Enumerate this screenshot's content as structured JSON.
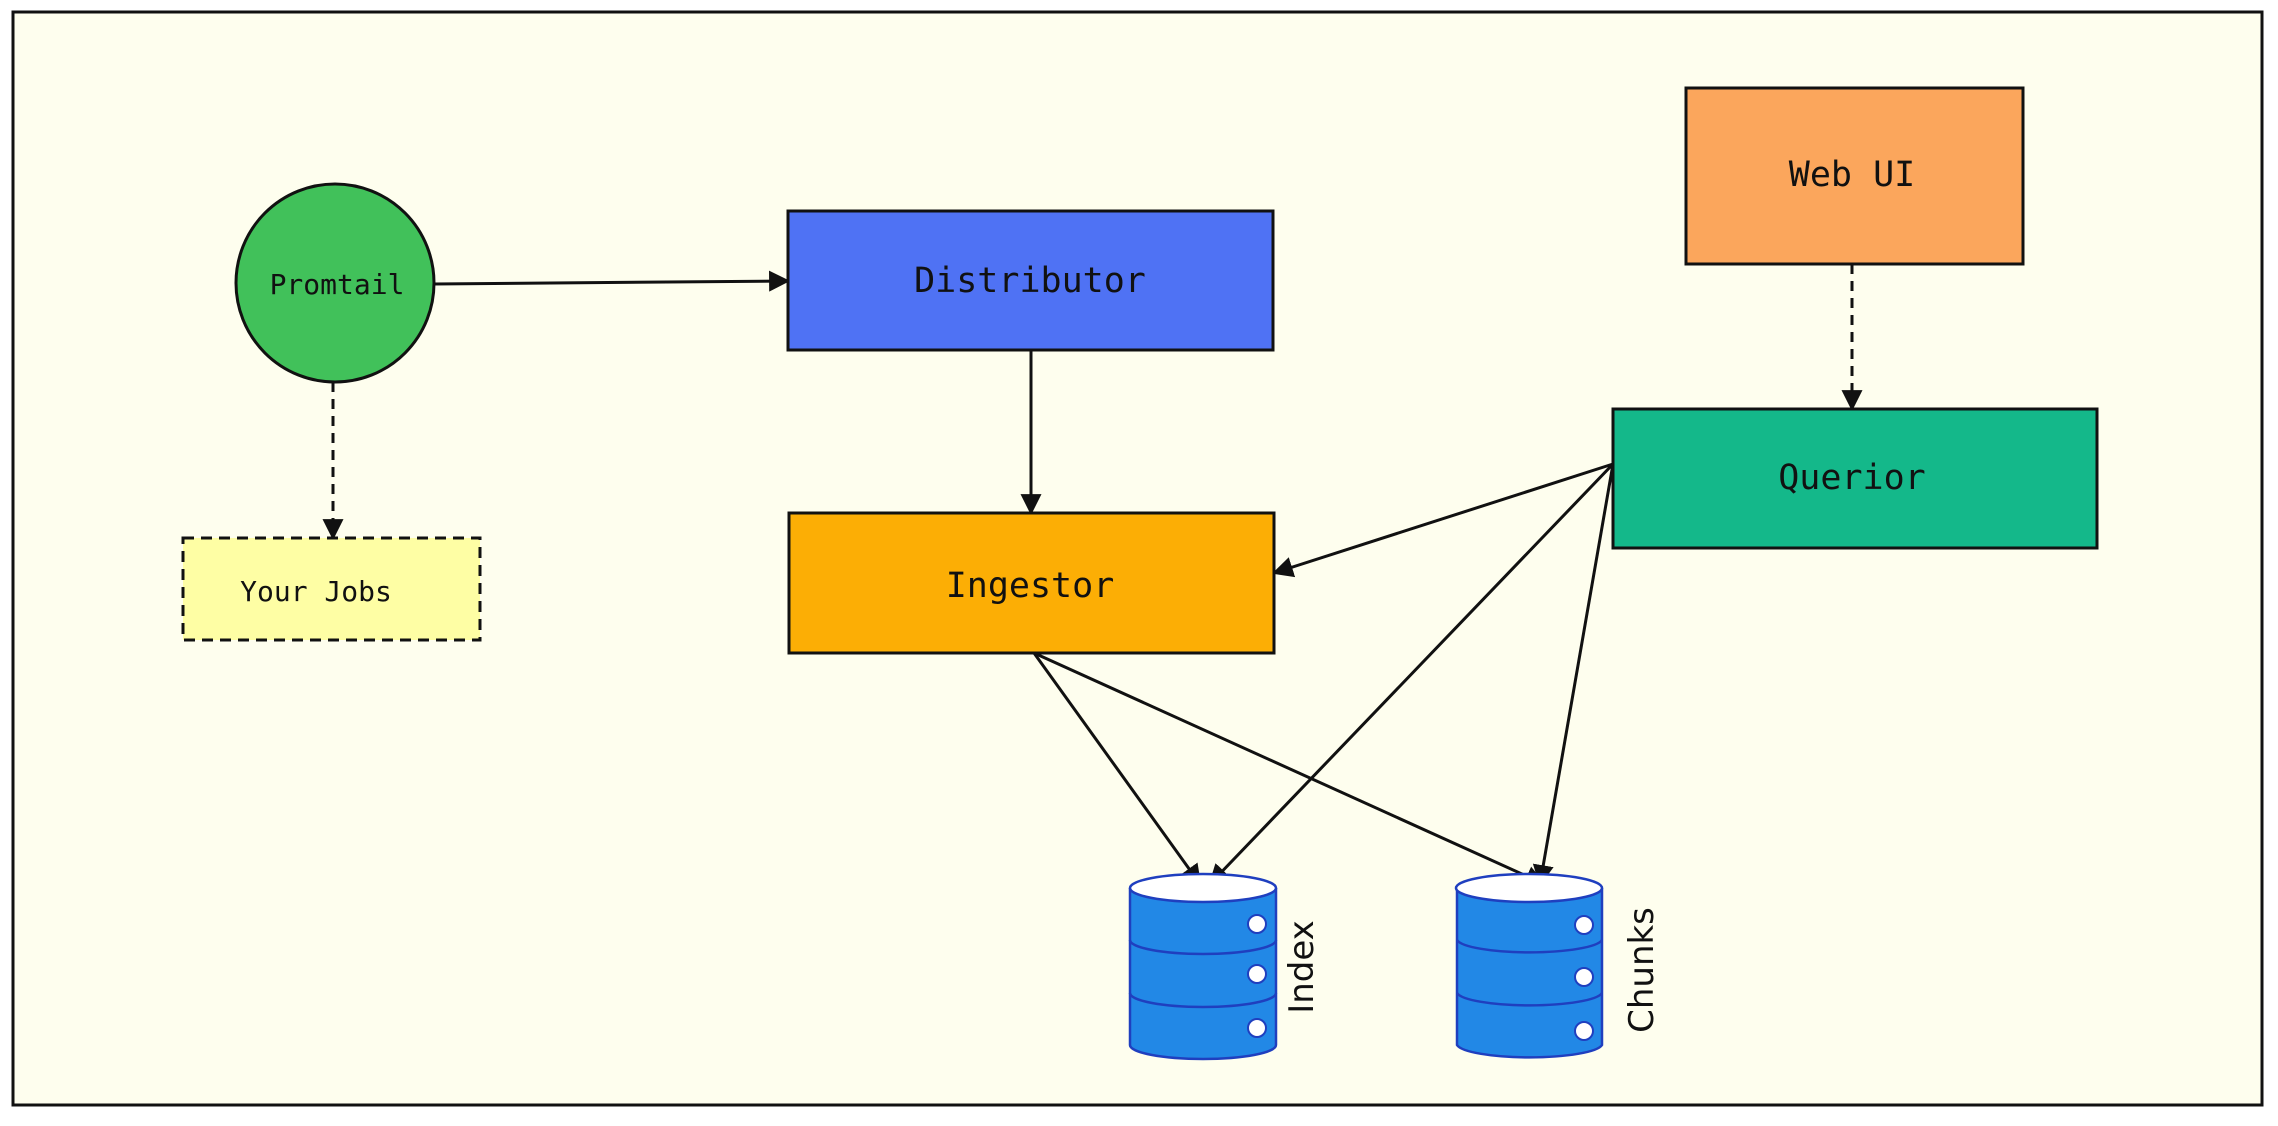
{
  "colors": {
    "page_background": "#ffffff",
    "frame_background": "#fefeee",
    "promtail": "#41c15a",
    "distributor": "#4f72f4",
    "ingestor": "#fcae05",
    "web_ui": "#fba65c",
    "querior": "#14b88a",
    "your_jobs": "#fefea4",
    "database": "#2288e6",
    "stroke": "#111111"
  },
  "nodes": {
    "promtail": {
      "label": "Promtail",
      "shape": "circle"
    },
    "your_jobs": {
      "label": "Your Jobs",
      "shape": "dashed-rectangle"
    },
    "distributor": {
      "label": "Distributor",
      "shape": "rectangle"
    },
    "ingestor": {
      "label": "Ingestor",
      "shape": "rectangle"
    },
    "web_ui": {
      "label": "Web UI",
      "shape": "rectangle"
    },
    "querior": {
      "label": "Querior",
      "shape": "rectangle"
    },
    "index": {
      "label": "Index",
      "shape": "database"
    },
    "chunks": {
      "label": "Chunks",
      "shape": "database"
    }
  },
  "edges": [
    {
      "from": "promtail",
      "to": "distributor",
      "style": "solid"
    },
    {
      "from": "promtail",
      "to": "your_jobs",
      "style": "dashed"
    },
    {
      "from": "distributor",
      "to": "ingestor",
      "style": "solid"
    },
    {
      "from": "web_ui",
      "to": "querior",
      "style": "dashed"
    },
    {
      "from": "querior",
      "to": "ingestor",
      "style": "solid"
    },
    {
      "from": "querior",
      "to": "index",
      "style": "solid"
    },
    {
      "from": "querior",
      "to": "chunks",
      "style": "solid"
    },
    {
      "from": "ingestor",
      "to": "index",
      "style": "solid"
    },
    {
      "from": "ingestor",
      "to": "chunks",
      "style": "solid"
    }
  ]
}
